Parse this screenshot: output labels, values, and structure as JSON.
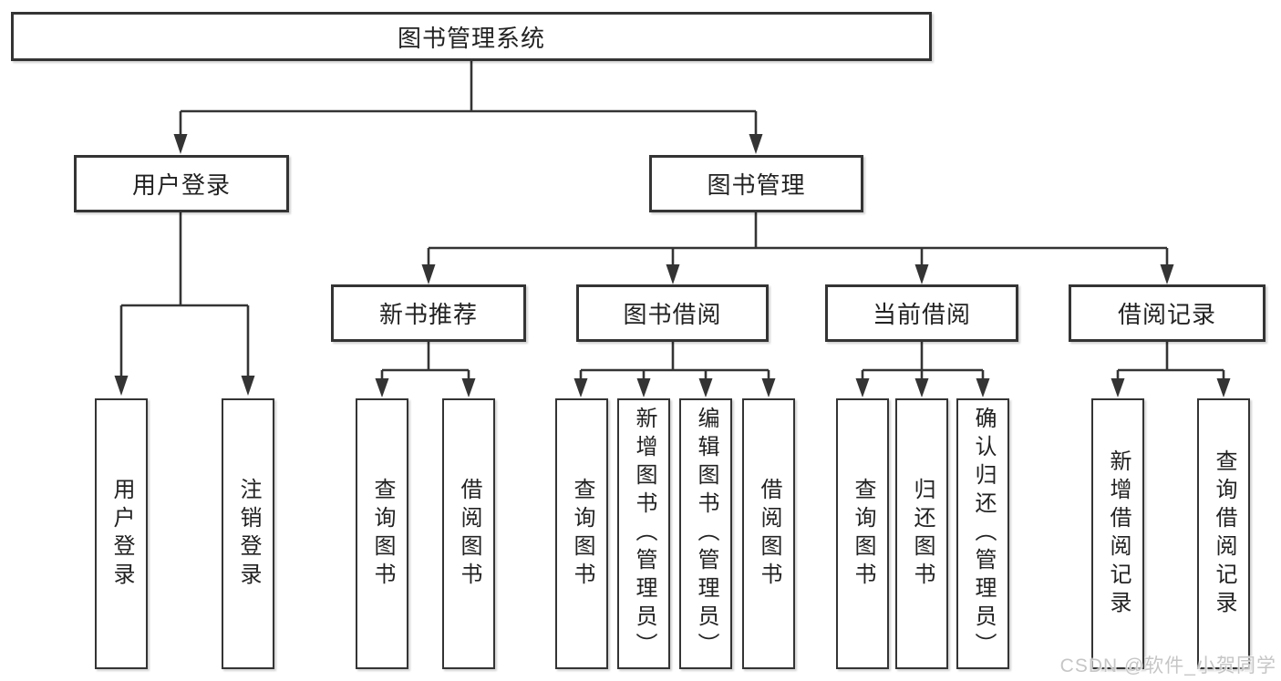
{
  "watermark": {
    "text": "CSDN @软件_小贺同学"
  },
  "tree": {
    "root": {
      "label": "图书管理系统"
    },
    "branches": [
      {
        "label": "用户登录",
        "children": [
          {
            "label": "用户登录"
          },
          {
            "label": "注销登录"
          }
        ]
      },
      {
        "label": "图书管理",
        "children": [
          {
            "label": "新书推荐",
            "children": [
              {
                "label": "查询图书"
              },
              {
                "label": "借阅图书"
              }
            ]
          },
          {
            "label": "图书借阅",
            "children": [
              {
                "label": "查询图书"
              },
              {
                "label": "新增图书（管理员）"
              },
              {
                "label": "编辑图书（管理员）"
              },
              {
                "label": "借阅图书"
              }
            ]
          },
          {
            "label": "当前借阅",
            "children": [
              {
                "label": "查询图书"
              },
              {
                "label": "归还图书"
              },
              {
                "label": "确认归还（管理员）"
              }
            ]
          },
          {
            "label": "借阅记录",
            "children": [
              {
                "label": "新增借阅记录"
              },
              {
                "label": "查询借阅记录"
              }
            ]
          }
        ]
      }
    ]
  }
}
